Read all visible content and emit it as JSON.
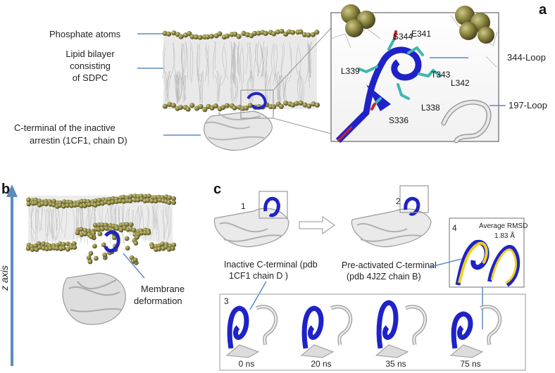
{
  "panels": {
    "a": "a",
    "b": "b",
    "c": "c"
  },
  "panel_a": {
    "phosphate_label": "Phosphate atoms",
    "bilayer_label": [
      "Lipid bilayer",
      "consisting",
      "of SDPC"
    ],
    "cterm_label": [
      "C-terminal of the inactive",
      "arrestin (1CF1, chain D)"
    ],
    "residues": [
      "S344",
      "E341",
      "L339",
      "T343",
      "L342",
      "L338",
      "S336"
    ],
    "loop_344": "344-Loop",
    "loop_197": "197-Loop"
  },
  "panel_b": {
    "axis_label": "z axis",
    "deformation_label": [
      "Membrane",
      "deformation"
    ]
  },
  "panel_c": {
    "struct1_num": "1",
    "struct2_num": "2",
    "inset4_num": "4",
    "box3_num": "3",
    "inactive_label": [
      "Inactive C-terminal (pdb",
      "1CF1 chain D )"
    ],
    "preactivated_label": [
      "Pre-activated C-terminal",
      "(pdb 4J2Z chain B)"
    ],
    "rmsd_title": "Average RMSD",
    "rmsd_value": "1.83 Å",
    "timepoints": [
      "0 ns",
      "20 ns",
      "35 ns",
      "75 ns"
    ]
  },
  "colors": {
    "phosphate": "#7a7538",
    "protein_loop": "#1f22c8",
    "pre_active": "#f0d020",
    "link_line": "#5b8bbf",
    "stick": "#3fb7b0"
  }
}
